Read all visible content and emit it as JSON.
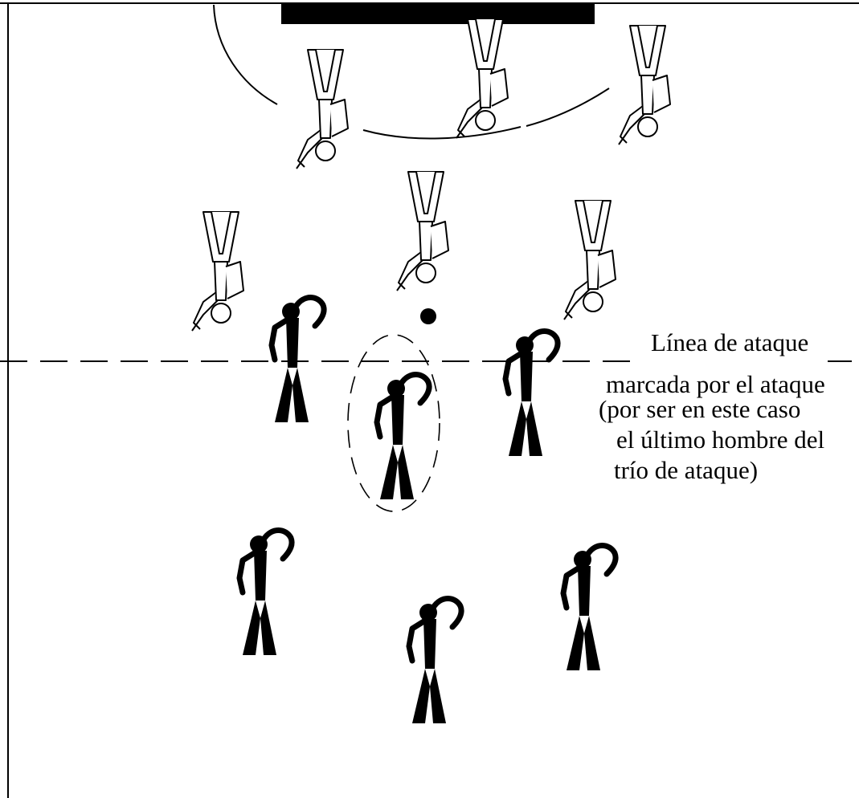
{
  "annotation": {
    "line1": "Línea de ataque",
    "line2": "marcada por el ataque",
    "line3": "(por ser en este caso",
    "line4": "el último hombre del",
    "line5": "trío de ataque)"
  },
  "colors": {
    "background": "#ffffff",
    "ink": "#000000"
  },
  "players": {
    "defenders_count": 6,
    "attackers_count": 6
  }
}
